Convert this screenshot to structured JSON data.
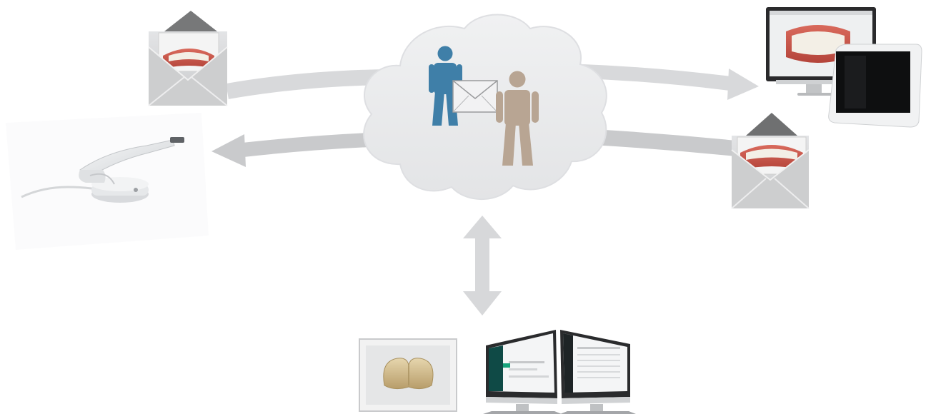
{
  "diagram": {
    "background": "#ffffff",
    "colors": {
      "arrow": "#d7d8da",
      "arrow_dark": "#c9cacc",
      "cloud": "#e8e9eb",
      "cloud_edge": "#dcdde0",
      "person_left": "#3f7fa8",
      "person_right": "#b8a593",
      "envelope": "#d6d7d9",
      "envelope_flap": "#777879",
      "teeth_red": "#c8564a",
      "teeth_white": "#f3efe6",
      "monitor_frame": "#2a2a2c",
      "screen_dark": "#111214",
      "sidebar_green": "#0f4a46",
      "scanner_body": "#eceef0"
    },
    "nodes": [
      {
        "id": "cloud",
        "icon": "cloud-icon"
      },
      {
        "id": "person-left",
        "icon": "person-icon"
      },
      {
        "id": "person-right",
        "icon": "person-icon"
      },
      {
        "id": "cloud-envelope",
        "icon": "envelope-icon"
      },
      {
        "id": "envelope-top-left",
        "icon": "envelope-with-dental-scan-icon"
      },
      {
        "id": "envelope-right",
        "icon": "envelope-with-dental-scan-icon"
      },
      {
        "id": "intraoral-scanner",
        "icon": "intraoral-scanner-icon"
      },
      {
        "id": "lab-workstation",
        "icon": "monitor-with-scanner-icon"
      },
      {
        "id": "crown-model",
        "icon": "dental-crown-icon"
      },
      {
        "id": "design-monitors",
        "icon": "desktop-monitor-icon"
      }
    ],
    "arrows": [
      {
        "from": "envelope-top-left",
        "to": "cloud",
        "direction": "one-way"
      },
      {
        "from": "cloud",
        "to": "lab-workstation",
        "direction": "one-way"
      },
      {
        "from": "envelope-right",
        "to": "cloud",
        "direction": "one-way"
      },
      {
        "from": "cloud",
        "to": "intraoral-scanner",
        "direction": "one-way"
      },
      {
        "from": "cloud",
        "to": "design-monitors",
        "direction": "two-way"
      }
    ]
  }
}
